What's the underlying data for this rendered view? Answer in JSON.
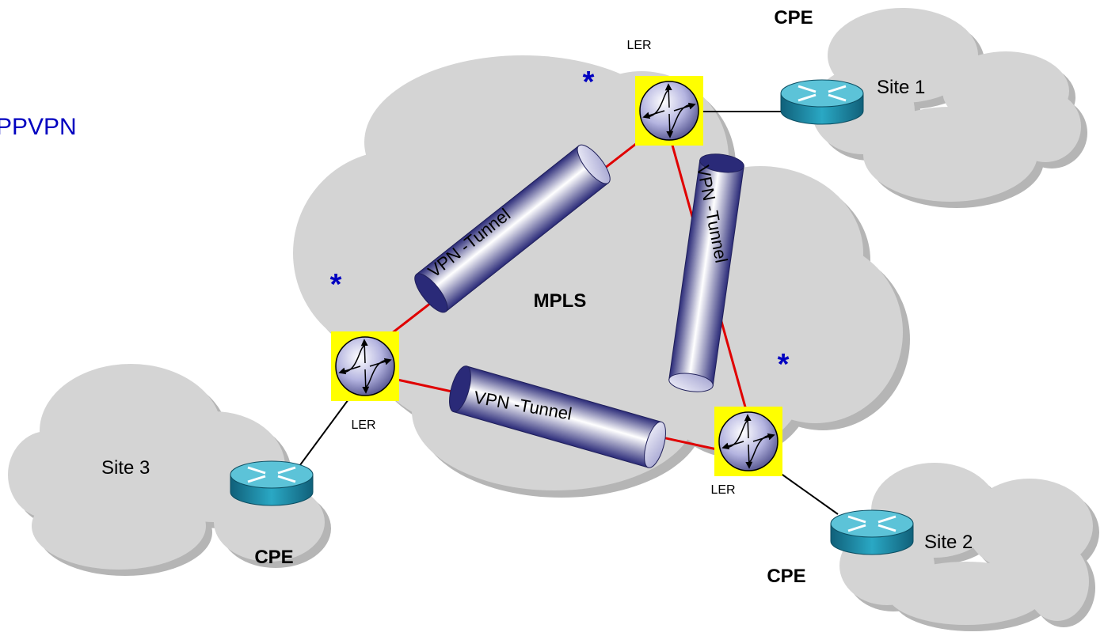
{
  "title": "PPVPN",
  "core": {
    "label": "MPLS"
  },
  "sites": [
    {
      "id": "site1",
      "label": "Site 1",
      "cpe_label": "CPE"
    },
    {
      "id": "site2",
      "label": "Site 2",
      "cpe_label": "CPE"
    },
    {
      "id": "site3",
      "label": "Site 3",
      "cpe_label": "CPE"
    }
  ],
  "routers": [
    {
      "id": "ler-top",
      "label": "LER"
    },
    {
      "id": "ler-left",
      "label": "LER"
    },
    {
      "id": "ler-right",
      "label": "LER"
    }
  ],
  "tunnels": [
    {
      "id": "tunnel-upper-left",
      "label": "VPN -Tunnel"
    },
    {
      "id": "tunnel-right",
      "label": "VPN -Tunnel"
    },
    {
      "id": "tunnel-bottom",
      "label": "VPN -Tunnel"
    }
  ],
  "markers": [
    "*",
    "*",
    "*"
  ],
  "colors": {
    "title": "#0000c0",
    "cloud": "#d4d4d4",
    "cloud_shadow": "#b5b5b5",
    "link_core": "#e00000",
    "link_access": "#000000",
    "ler_box": "#ffff00",
    "tunnel": "#3a3a8a",
    "cpe": "#1e90a8"
  }
}
